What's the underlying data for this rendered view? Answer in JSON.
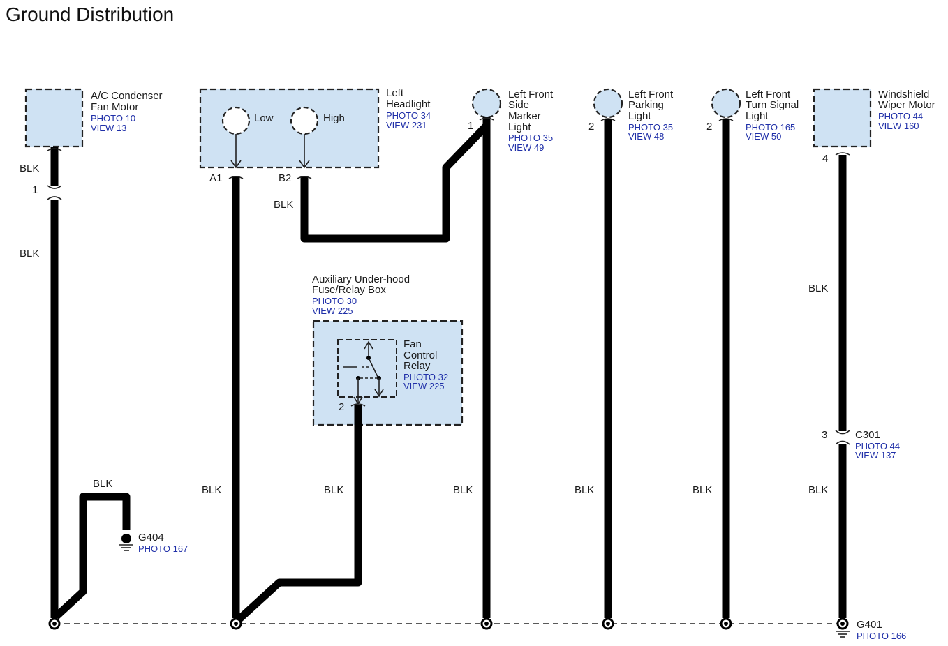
{
  "title": "Ground Distribution",
  "colors": {
    "box_fill": "#cfe2f3",
    "reference_text": "#1f2fa8",
    "wire": "#000000"
  },
  "wire_color": "BLK",
  "components": {
    "ac_condenser": {
      "name_lines": [
        "A/C Condenser",
        "Fan Motor"
      ],
      "photo": "PHOTO 10",
      "view": "VIEW 13",
      "pin": "1"
    },
    "left_headlight": {
      "name_lines": [
        "Left",
        "Headlight"
      ],
      "photo": "PHOTO 34",
      "view": "VIEW 231",
      "low_label": "Low",
      "high_label": "High",
      "pin_low": "A1",
      "pin_high": "B2"
    },
    "side_marker": {
      "name_lines": [
        "Left Front",
        "Side",
        "Marker",
        "Light"
      ],
      "photo": "PHOTO 35",
      "view": "VIEW 49",
      "pin": "1"
    },
    "parking_light": {
      "name_lines": [
        "Left Front",
        "Parking",
        "Light"
      ],
      "photo": "PHOTO 35",
      "view": "VIEW 48",
      "pin": "2"
    },
    "turn_signal": {
      "name_lines": [
        "Left Front",
        "Turn Signal",
        "Light"
      ],
      "photo": "PHOTO 165",
      "view": "VIEW 50",
      "pin": "2"
    },
    "wiper_motor": {
      "name_lines": [
        "Windshield",
        "Wiper Motor"
      ],
      "photo": "PHOTO 44",
      "view": "VIEW 160",
      "pin": "4"
    },
    "fuse_box": {
      "name_lines": [
        "Auxiliary Under-hood",
        "Fuse/Relay Box"
      ],
      "photo": "PHOTO 30",
      "view": "VIEW 225"
    },
    "fan_relay": {
      "name_lines": [
        "Fan",
        "Control",
        "Relay"
      ],
      "photo": "PHOTO 32",
      "view": "VIEW 225",
      "pin": "2"
    }
  },
  "connectors": {
    "c301": {
      "name": "C301",
      "photo": "PHOTO 44",
      "view": "VIEW 137",
      "pin": "3"
    }
  },
  "grounds": {
    "g404": {
      "name": "G404",
      "photo": "PHOTO 167"
    },
    "g401": {
      "name": "G401",
      "photo": "PHOTO 166"
    }
  }
}
